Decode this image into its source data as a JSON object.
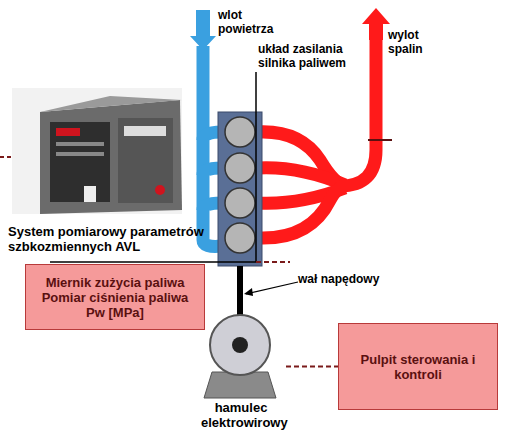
{
  "diagram": {
    "nodes": [
      {
        "text": [
          "System pomiarowy parametrów szbkozmiennych AVL"
        ]
      },
      {
        "text": [
          "Miernik zużycia paliwa",
          "Pomiar ciśnienia paliwa Pw [MPa]"
        ]
      },
      {
        "text": [
          "hamulec elektrowirowy"
        ]
      },
      {
        "text": [
          "Pulpit sterowania i kontroli"
        ]
      }
    ],
    "edges": [
      {
        "from": 2,
        "to": 3,
        "arrow": "none"
      }
    ],
    "labels": [
      "wlot powietrza",
      "wylot spalin",
      "układ zasilania silnika paliwem",
      "wał napędowy"
    ]
  }
}
